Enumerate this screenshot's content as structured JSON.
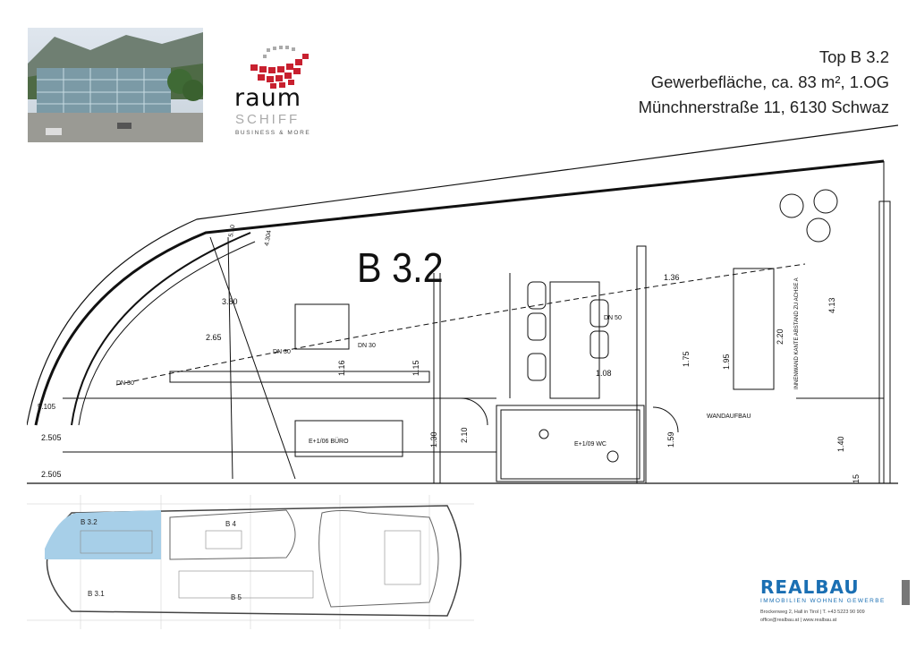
{
  "header": {
    "unit": "Top B 3.2",
    "description": "Gewerbefläche, ca. 83 m², 1.OG",
    "address": "Münchnerstraße 11, 6130 Schwaz"
  },
  "logo": {
    "line1": "raum",
    "line2": "SCHIFF",
    "tagline": "BUSINESS & MORE",
    "accent": "#c8202f"
  },
  "plan": {
    "unit_label": "B 3.2",
    "dimensions": [
      "1.36",
      "2.65",
      "3.80",
      "1.16",
      "1.15",
      "1.75",
      "1.95",
      "2.20",
      "4.13",
      "1.40",
      "1.30",
      "2.10",
      "1.59",
      "1.08",
      "2.505",
      "2.505",
      "5.105",
      "4.304",
      "5.10",
      "15"
    ],
    "room_labels": [
      "E+1/06 BÜRO",
      "E+1/09 WC",
      "DN 30",
      "DN 30",
      "DN 50",
      "DN 30",
      "WANDAUFBAU",
      "INNENWAND KANTE ABSTAND ZU ACHSE A"
    ]
  },
  "overview": {
    "labels": [
      "B 3.2",
      "B 4",
      "B 3.1",
      "B 5"
    ],
    "highlight": "#a7cfe8"
  },
  "footer": {
    "brand": "REALBAU",
    "brand_sub": "IMMOBILIEN  WOHNEN  GEWERBE",
    "address": "Brockenweg 2, Hall in Tirol | T. +43 5223 90 909",
    "contact": "office@realbau.at | www.realbau.at",
    "brand_color": "#1a6fb3"
  }
}
